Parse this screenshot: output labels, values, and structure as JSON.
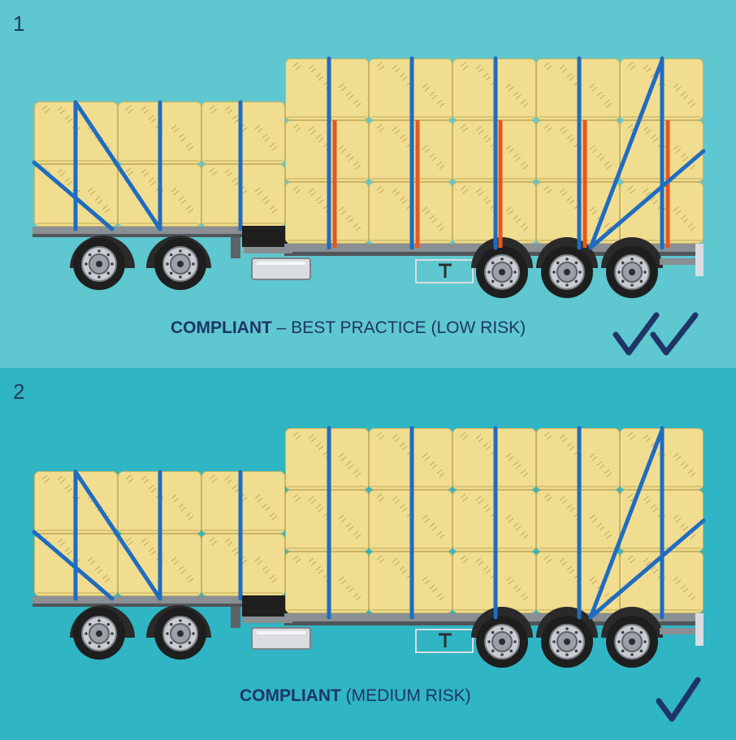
{
  "colors": {
    "panel1_bg": "#5ec7cf",
    "panel2_bg": "#2fb5c3",
    "bale": "#f0dd8f",
    "bale_edge": "#c8b463",
    "strap_blue": "#1f6cc1",
    "strap_orange": "#e8551f",
    "text": "#1f3566"
  },
  "panels": [
    {
      "number": "1",
      "caption_bold": "COMPLIANT",
      "caption_rest": " – BEST PRACTICE (LOW RISK)",
      "check_count": 2,
      "orange_verticals": true
    },
    {
      "number": "2",
      "caption_bold": "COMPLIANT",
      "caption_rest": " (MEDIUM RISK)",
      "check_count": 1,
      "orange_verticals": false
    }
  ]
}
